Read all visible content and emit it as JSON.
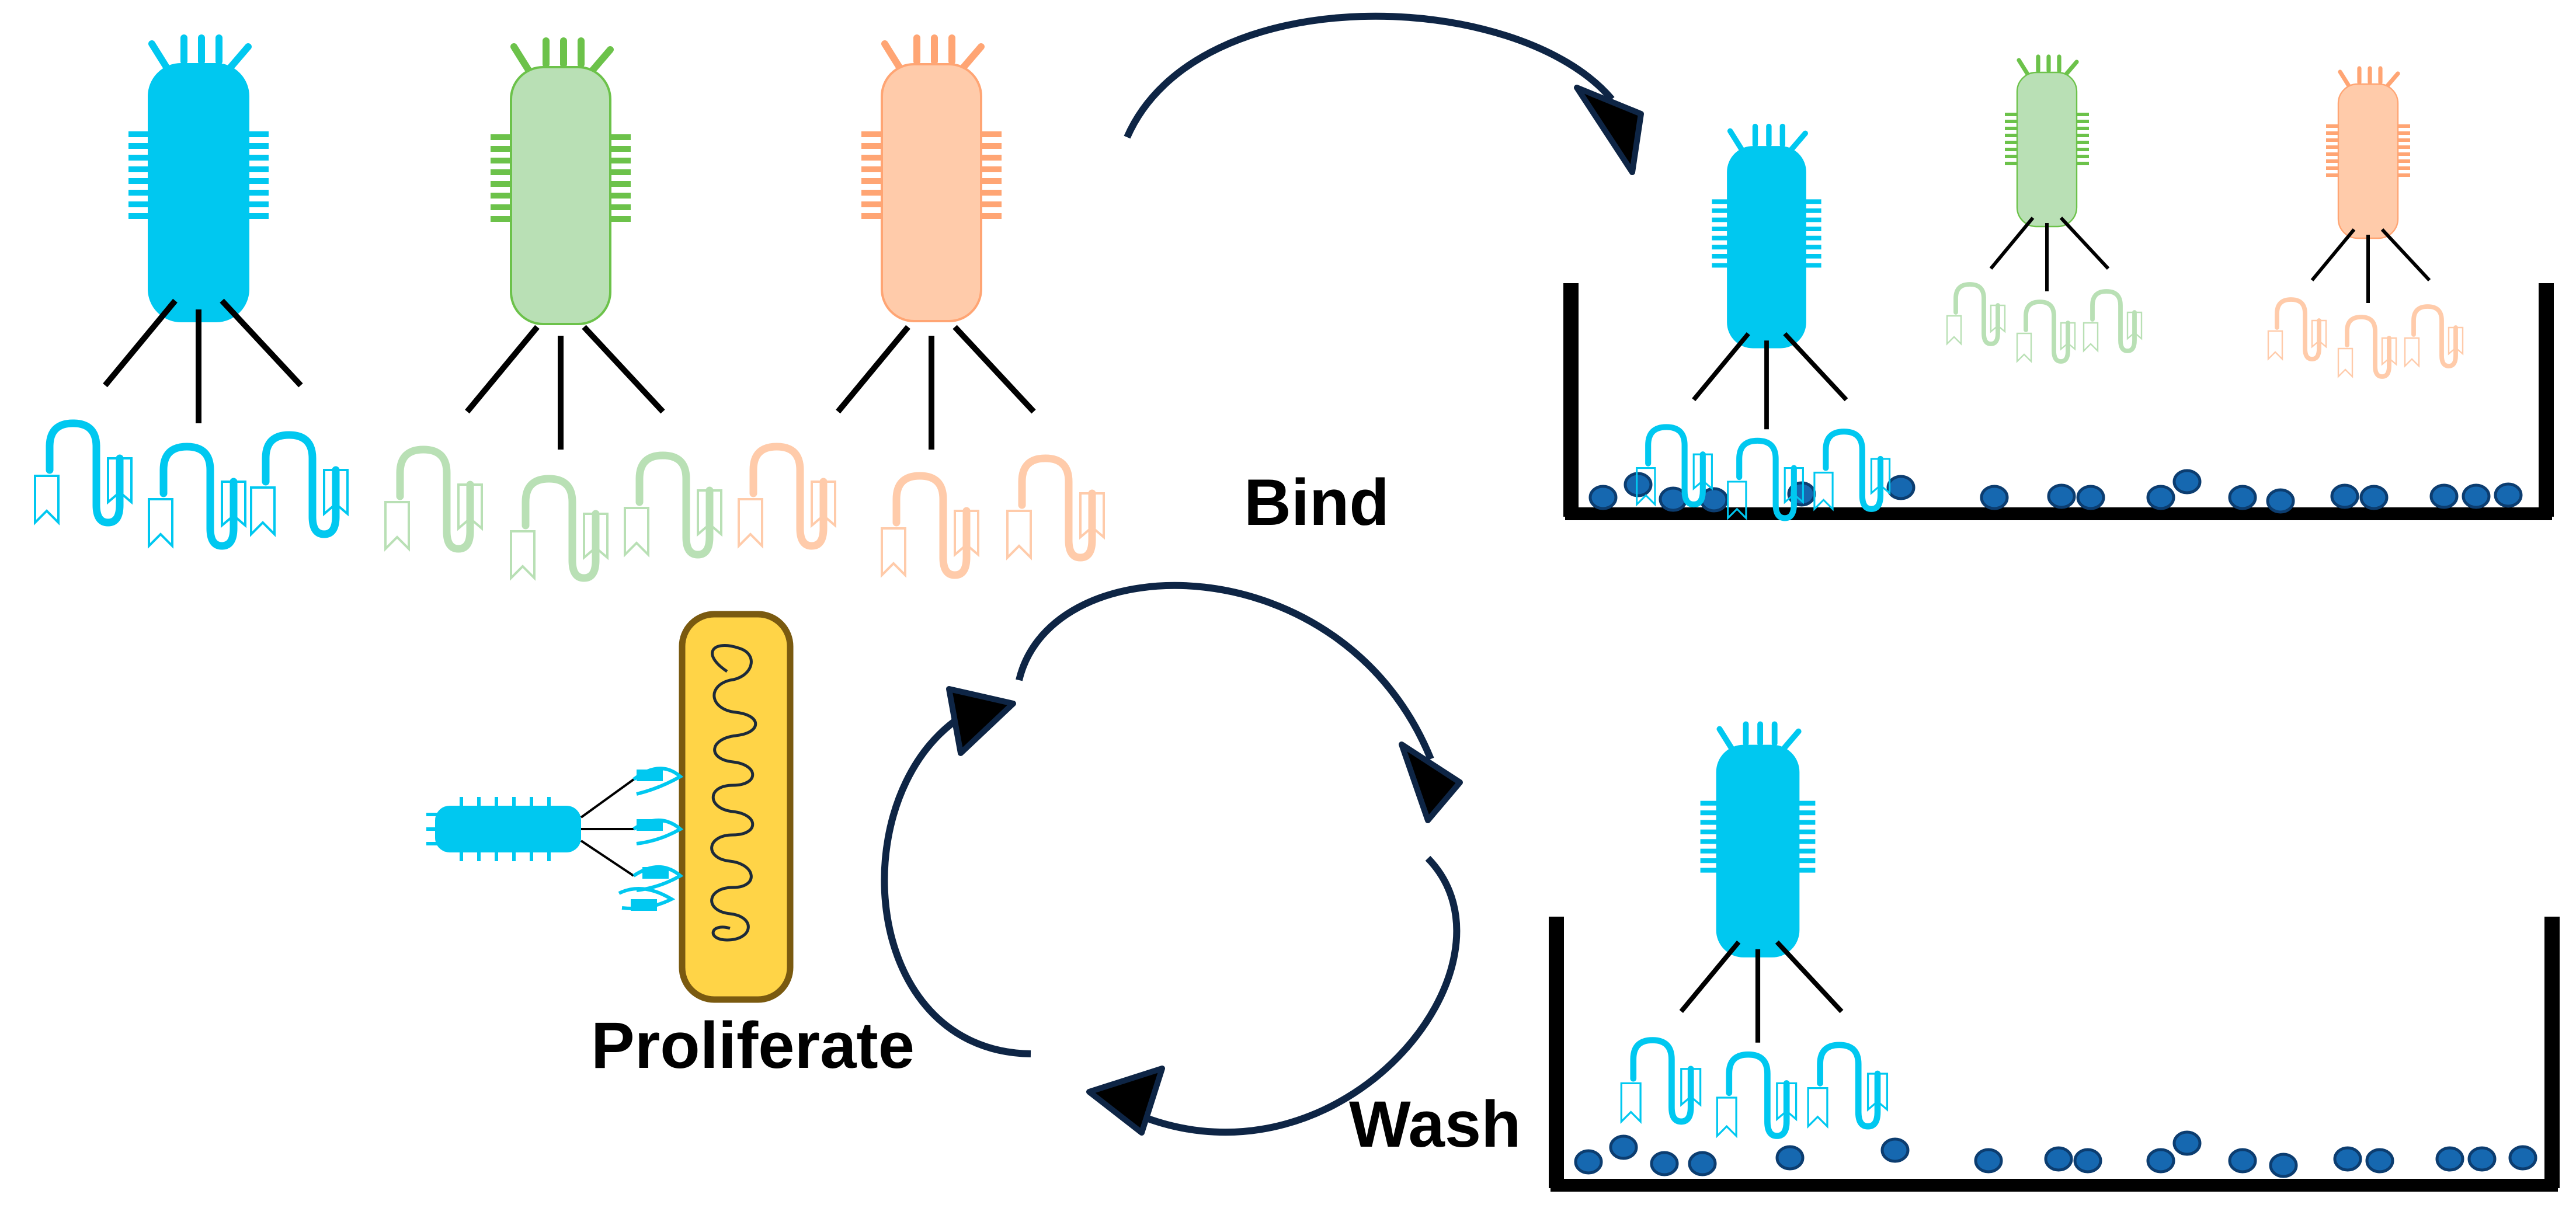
{
  "labels": {
    "bind": "Bind",
    "proliferate": "Proliferate",
    "wash": "Wash"
  },
  "colors": {
    "phage_blue": "#00c8f0",
    "phage_green": "#b9e0b5",
    "phage_green_accent": "#6cc24a",
    "phage_orange": "#ffcbaa",
    "phage_orange_accent": "#ffa574",
    "bacterium_fill": "#ffd447",
    "bacterium_outline": "#7a5a10",
    "arrow": "#0e2545",
    "target_bead": "#1668b0",
    "target_bead_outline": "#0c3d70",
    "well_wall": "#000000"
  },
  "icons": {
    "phage": "bacteriophage-icon",
    "bacterium": "e-coli-bacterium-icon",
    "target": "immobilized-target-bead-icon",
    "well": "microtiter-well-icon",
    "arrow": "curved-cycle-arrow-icon"
  }
}
